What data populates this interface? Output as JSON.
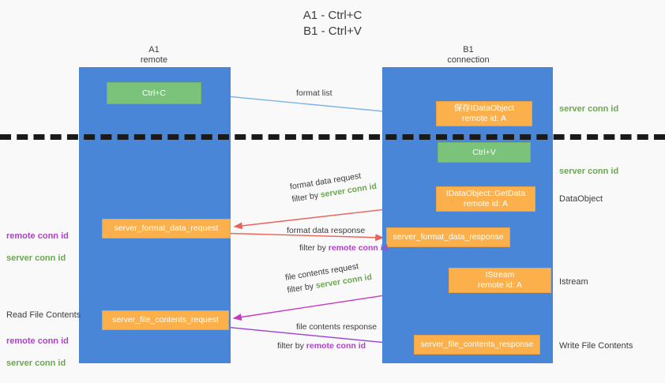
{
  "title": "A1 - Ctrl+C\nB1 - Ctrl+V",
  "columns": {
    "left": {
      "name": "A1",
      "role": "remote",
      "label": "A1\nremote"
    },
    "right": {
      "name": "B1",
      "role": "connection",
      "label": "B1\nconnection"
    }
  },
  "boxes": {
    "ctrl_c": "Ctrl+C",
    "idataobject": "保存IDataObject\nremote id: A",
    "ctrl_v": "Ctrl+V",
    "getdata": "IDataObject::GetData\nremote id: A",
    "istream": "IStream\nremote id: A",
    "server_format_data_request": "server_format_data_request",
    "server_format_data_response": "server_format_data_response",
    "server_file_contents_request": "server_file_contents_request",
    "server_file_contents_response": "server_file_contents_response"
  },
  "right_labels": {
    "server_conn_id_top": "server conn id",
    "server_conn_id_mid": "server conn id",
    "dataobject": "DataObject",
    "istream": "Istream",
    "write_file_contents": "Write File Contents"
  },
  "left_labels": {
    "conn_ids_upper": "remote conn id\nserver conn id",
    "read_file_contents": "Read File Contents",
    "conn_ids_lower": "remote conn id\nserver conn id"
  },
  "edge_labels": {
    "format_list": "format list",
    "format_data_request": "format data request",
    "format_data_request_filter_prefix": "filter by ",
    "format_data_request_filter_value": "server conn id",
    "format_data_response": "format data response",
    "format_data_response_filter_prefix": "filter by ",
    "format_data_response_filter_value": "remote conn id",
    "file_contents_request": "file contents request",
    "file_contents_request_filter_prefix": "filter by ",
    "file_contents_request_filter_value": "server conn id",
    "file_contents_response": "file contents response",
    "file_contents_response_filter_prefix": "filter by ",
    "file_contents_response_filter_value": "remote conn id"
  },
  "colors": {
    "lane_blue": "#4a86d8",
    "box_green": "#7bc27b",
    "box_orange": "#fbb04c",
    "arrow_lightblue": "#7fb5e8",
    "arrow_red": "#e8645a",
    "arrow_magenta": "#c838c0",
    "arrow_purple": "#9b3fd0",
    "arrow_black": "#111111",
    "text_green": "#6aa84f",
    "text_purple": "#b040c8",
    "background": "#f9f9f9",
    "divider": "#1a1a1a"
  }
}
